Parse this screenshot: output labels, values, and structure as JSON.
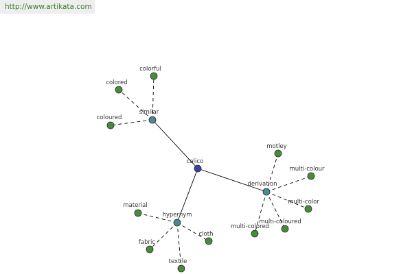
{
  "header": {
    "url": "http://www.artikata.com"
  },
  "graph": {
    "root": {
      "id": "calico",
      "label": "calico",
      "color": "#3b3f9e"
    },
    "hubs": [
      {
        "id": "similar",
        "label": "similar",
        "color": "#4a8a90",
        "leaves": [
          {
            "id": "colorful",
            "label": "colorful"
          },
          {
            "id": "colored",
            "label": "colored"
          },
          {
            "id": "coloured",
            "label": "coloured"
          }
        ]
      },
      {
        "id": "derivation",
        "label": "derivation",
        "color": "#4a8a90",
        "leaves": [
          {
            "id": "motley",
            "label": "motley"
          },
          {
            "id": "multi-colour",
            "label": "multi-colour"
          },
          {
            "id": "multi-color",
            "label": "multi-color"
          },
          {
            "id": "multi-coloured",
            "label": "multi-coloured"
          },
          {
            "id": "multi-colored",
            "label": "multi-colored"
          }
        ]
      },
      {
        "id": "hypernym",
        "label": "hypernym",
        "color": "#4a8a90",
        "leaves": [
          {
            "id": "material",
            "label": "material"
          },
          {
            "id": "cloth",
            "label": "cloth"
          },
          {
            "id": "fabric",
            "label": "fabric"
          },
          {
            "id": "textile",
            "label": "textile"
          }
        ]
      }
    ],
    "leaf_color": "#4a8a3c"
  }
}
